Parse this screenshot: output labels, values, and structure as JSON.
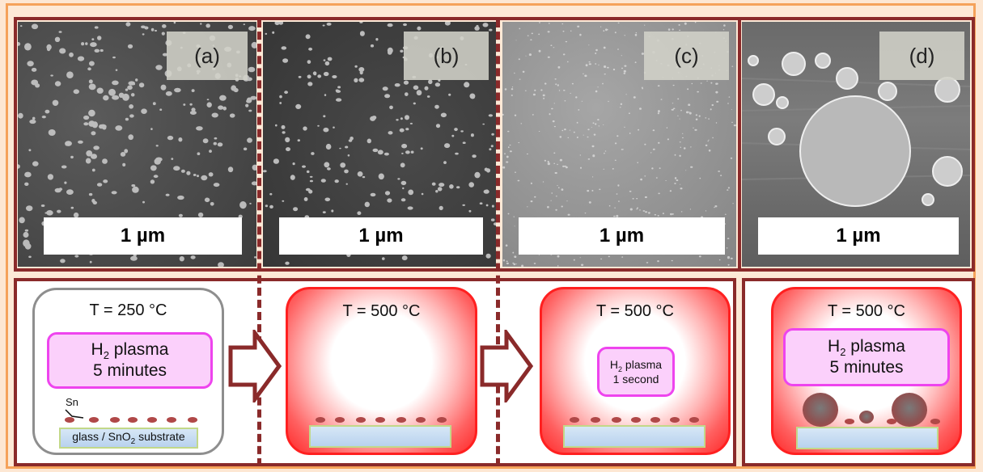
{
  "panels": [
    {
      "id": "a",
      "tag": "(a)",
      "scale_bar": "1 µm"
    },
    {
      "id": "b",
      "tag": "(b)",
      "scale_bar": "1 µm"
    },
    {
      "id": "c",
      "tag": "(c)",
      "scale_bar": "1 µm"
    },
    {
      "id": "d",
      "tag": "(d)",
      "scale_bar": "1 µm"
    }
  ],
  "steps": [
    {
      "temperature": "T = 250 °C",
      "plasma_gas": "H",
      "plasma_sub": "2",
      "plasma_word": " plasma",
      "plasma_duration": "5 minutes",
      "sn_label": "Sn",
      "substrate_a": "glass / SnO",
      "substrate_sub": "2",
      "substrate_b": " substrate"
    },
    {
      "temperature": "T = 500 °C"
    },
    {
      "temperature": "T = 500 °C",
      "plasma_gas": "H",
      "plasma_sub": "2",
      "plasma_word": " plasma",
      "plasma_duration": "1 second"
    },
    {
      "temperature": "T = 500 °C",
      "plasma_gas": "H",
      "plasma_sub": "2",
      "plasma_word": " plasma",
      "plasma_duration": "5 minutes"
    }
  ],
  "colors": {
    "frame": "#f5a25a",
    "outline": "#8a2a2a",
    "hot": "#ff2020",
    "plasma_border": "#ee44ee",
    "plasma_fill": "#fbd0fb",
    "sn_droplet": "#b04848"
  }
}
